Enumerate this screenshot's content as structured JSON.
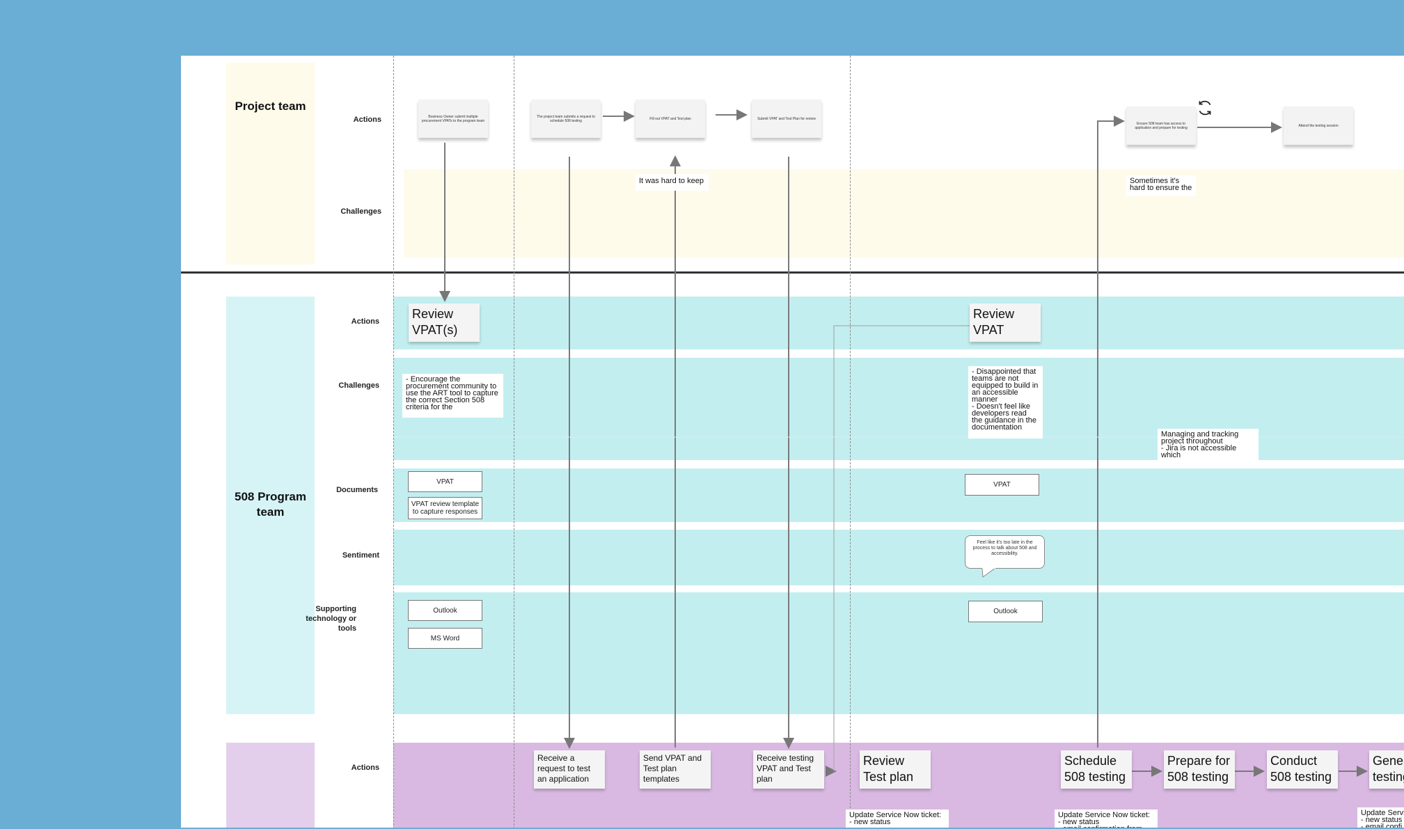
{
  "lanes": {
    "project_team": {
      "title": "Project team",
      "rows": {
        "actions": "Actions",
        "challenges": "Challenges"
      }
    },
    "program_team": {
      "title": "508 Program team",
      "rows": {
        "actions": "Actions",
        "challenges": "Challenges",
        "documents": "Documents",
        "sentiment": "Sentiment",
        "tools": "Supporting technology or tools"
      }
    },
    "third_lane": {
      "rows": {
        "actions": "Actions"
      }
    }
  },
  "project_actions": [
    "Business Owner submit multiple procurement VPATs to the program team",
    "The project team submits a request to schedule 508 testing",
    "Fill out VPAT and Test plan",
    "Submit VPAT and Test Plan for review",
    "Ensure 508 team has access to application and prepare for testing",
    "Attend the testing session"
  ],
  "project_challenges": [
    "It was hard to keep",
    "Sometimes it's hard to ensure the"
  ],
  "program_actions": [
    "Review VPAT(s)",
    "Review VPAT"
  ],
  "program_challenges": [
    "- Encourage the procurement community to use the ART tool to capture the correct Section 508 criteria for the",
    "- Disappointed that teams are not equipped to build in an accessible manner\n- Doesn't feel like developers read the guidance in the documentation",
    "Managing and tracking project throughout\n- Jira is not accessible which"
  ],
  "program_documents": [
    "VPAT",
    "VPAT review template to capture responses",
    "VPAT"
  ],
  "program_sentiment": [
    "Feel like it's too late in the process to talk about 508 and accessibility."
  ],
  "program_tools": [
    "Outlook",
    "MS Word",
    "Outlook"
  ],
  "third_actions": [
    "Receive a request to test an application",
    "Send VPAT and Test plan templates",
    "Receive testing VPAT and Test plan",
    "Review Test plan",
    "Schedule 508 testing",
    "Prepare for 508 testing",
    "Conduct 508 testing",
    "Genera testing"
  ],
  "third_notes": [
    "Update Service Now ticket:\n- new status",
    "Update Service Now ticket:\n- new status\n- email confirmation from",
    "Update Servic\n- new status\n- email confi"
  ],
  "icons": {
    "refresh": "refresh-icon"
  },
  "colors": {
    "background": "#6aaed6",
    "project_band": "#fefbeb",
    "program_band": "#c3eef0",
    "third_band": "#d9b9e2"
  }
}
